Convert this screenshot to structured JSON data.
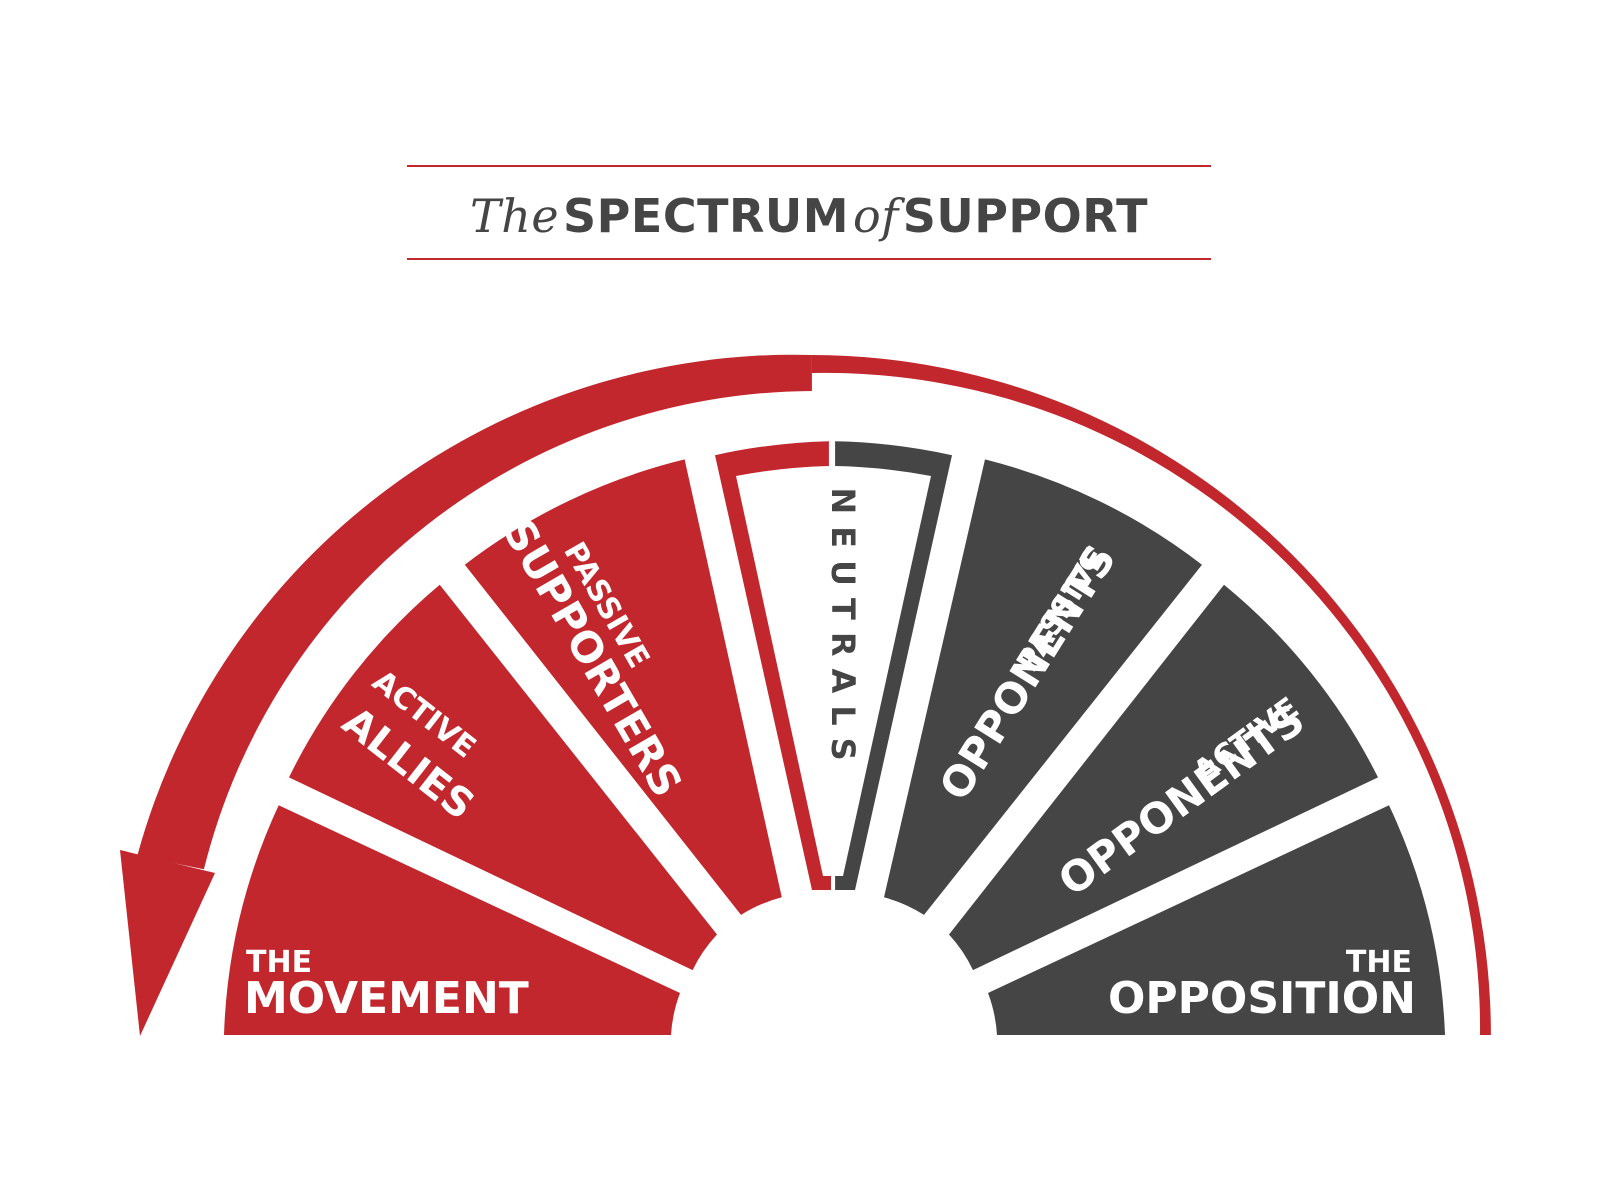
{
  "title": {
    "prefix": "The",
    "word1": "SPECTRUM",
    "connector": "of",
    "word2": "SUPPORT"
  },
  "segments": [
    {
      "id": "movement",
      "line1": "THE",
      "line2": "MOVEMENT"
    },
    {
      "id": "active_allies",
      "line1": "ACTIVE",
      "line2": "ALLIES"
    },
    {
      "id": "passive_supporters",
      "line1": "PASSIVE",
      "line2": "SUPPORTERS"
    },
    {
      "id": "neutrals",
      "line1": "",
      "line2": "NEUTRALS"
    },
    {
      "id": "passive_opponents",
      "line1": "PASSIVE",
      "line2": "OPPONENTS"
    },
    {
      "id": "active_opponents",
      "line1": "ACTIVE",
      "line2": "OPPONENTS"
    },
    {
      "id": "opposition",
      "line1": "THE",
      "line2": "OPPOSITION"
    }
  ],
  "colors": {
    "red": "#c1272d",
    "gray": "#454545",
    "white": "#ffffff"
  }
}
